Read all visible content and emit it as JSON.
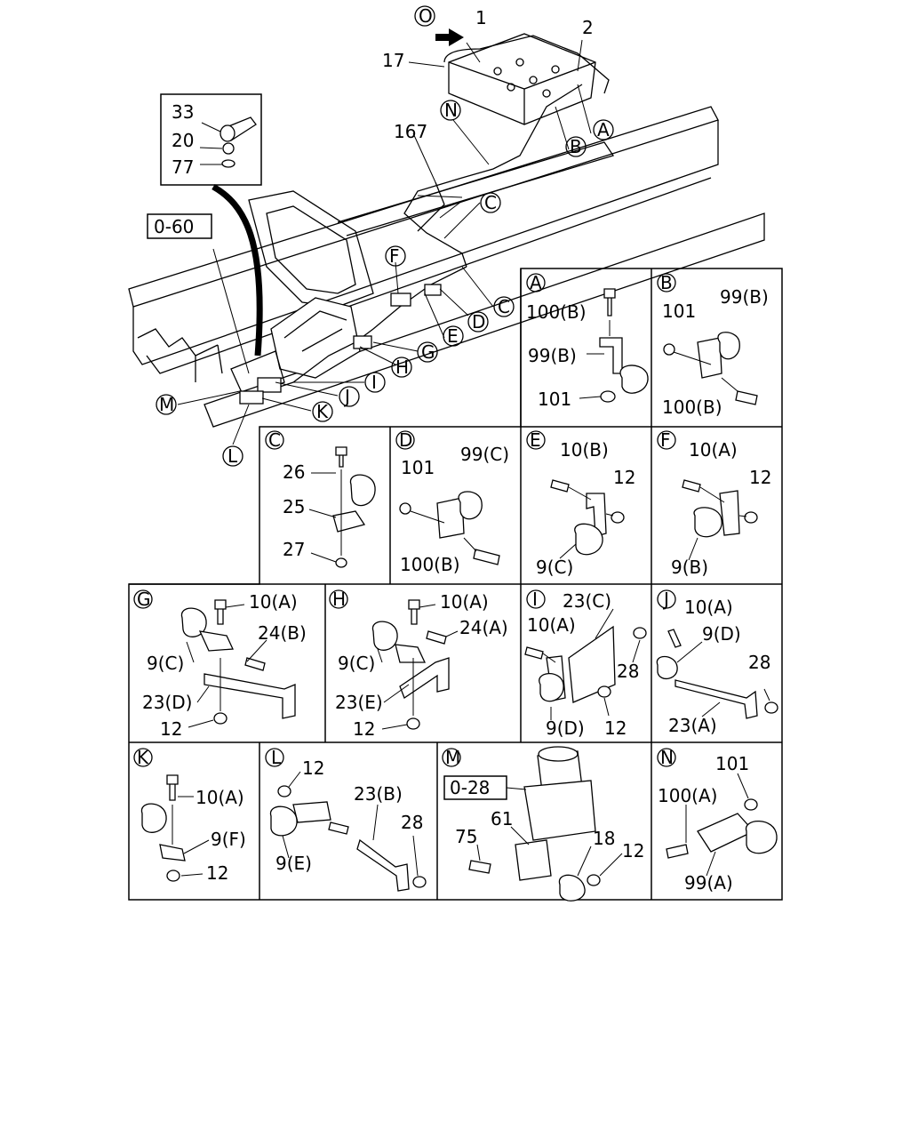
{
  "callouts": {
    "n1": "1",
    "n2": "2",
    "n17": "17",
    "n167": "167",
    "n33": "33",
    "n20": "20",
    "n77": "77",
    "ref_o60": "0-60",
    "ref_o28": "0-28"
  },
  "circle_letters": {
    "O": "O",
    "A": "A",
    "B": "B",
    "C": "C",
    "D": "D",
    "E": "E",
    "F": "F",
    "G": "G",
    "H": "H",
    "I": "I",
    "J": "J",
    "K": "K",
    "L": "L",
    "M": "M",
    "N": "N"
  },
  "panels": {
    "A": {
      "letter": "A",
      "labels": [
        "100(B)",
        "99(B)",
        "101"
      ]
    },
    "B": {
      "letter": "B",
      "labels": [
        "101",
        "99(B)",
        "100(B)"
      ]
    },
    "C": {
      "letter": "C",
      "labels": [
        "26",
        "25",
        "27"
      ]
    },
    "D": {
      "letter": "D",
      "labels": [
        "101",
        "99(C)",
        "100(B)"
      ]
    },
    "E": {
      "letter": "E",
      "labels": [
        "10(B)",
        "12",
        "9(C)"
      ]
    },
    "F": {
      "letter": "F",
      "labels": [
        "10(A)",
        "12",
        "9(B)"
      ]
    },
    "G": {
      "letter": "G",
      "labels": [
        "10(A)",
        "24(B)",
        "9(C)",
        "23(D)",
        "12"
      ]
    },
    "H": {
      "letter": "H",
      "labels": [
        "10(A)",
        "24(A)",
        "9(C)",
        "23(E)",
        "12"
      ]
    },
    "I": {
      "letter": "I",
      "labels": [
        "23(C)",
        "10(A)",
        "28",
        "9(D)",
        "12"
      ]
    },
    "J": {
      "letter": "J",
      "labels": [
        "10(A)",
        "9(D)",
        "28",
        "23(A)"
      ]
    },
    "K": {
      "letter": "K",
      "labels": [
        "10(A)",
        "9(F)",
        "12"
      ]
    },
    "L": {
      "letter": "L",
      "labels": [
        "12",
        "23(B)",
        "28",
        "9(E)"
      ]
    },
    "M": {
      "letter": "M",
      "labels": [
        "0-28",
        "61",
        "75",
        "18",
        "12"
      ]
    },
    "N": {
      "letter": "N",
      "labels": [
        "101",
        "100(A)",
        "99(A)"
      ]
    }
  }
}
